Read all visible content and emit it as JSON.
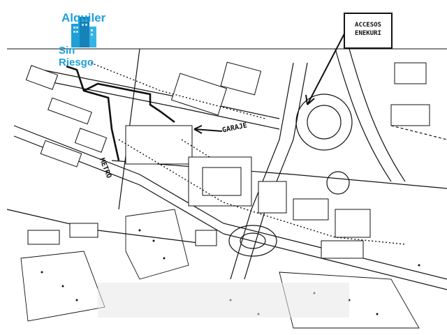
{
  "logo": {
    "brand_line": "Alquiler",
    "tagline": "Sin Riesgo",
    "color": "#1ea0d8"
  },
  "callout": {
    "line1": "ACCESOS",
    "line2": "ENEKURI"
  },
  "labels": {
    "metro": "METRO",
    "garaje": "GARAJE"
  },
  "colors": {
    "ink": "#111111",
    "paper": "#ffffff",
    "watermark": "#e8e8e8"
  }
}
